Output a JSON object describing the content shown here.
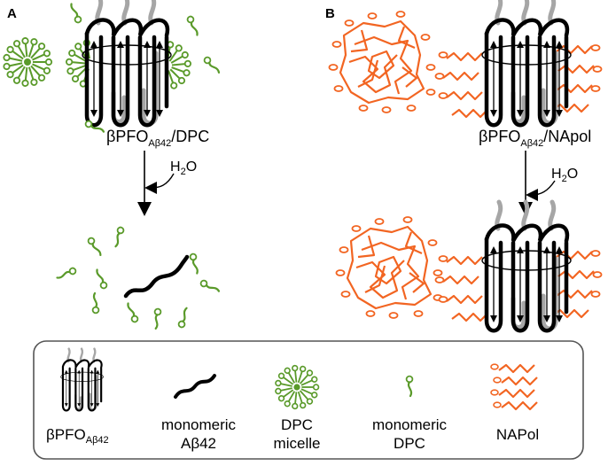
{
  "panel_a": {
    "letter": "A",
    "complex_label": {
      "prefix": "βPFO",
      "subscript": "Aβ42",
      "suffix": "/DPC"
    },
    "reagent": {
      "base": "H",
      "subscript": "2",
      "tail": "O"
    }
  },
  "panel_b": {
    "letter": "B",
    "complex_label": {
      "prefix": "βPFO",
      "subscript": "Aβ42",
      "suffix": "/NApol"
    },
    "reagent": {
      "base": "H",
      "subscript": "2",
      "tail": "O"
    }
  },
  "legend": {
    "items": [
      {
        "line1": "βPFO",
        "subscript": "Aβ42",
        "icon": "oligomer-icon"
      },
      {
        "line1": "monomeric",
        "line2": "Aβ42",
        "icon": "monomer-icon"
      },
      {
        "line1": "DPC",
        "line2": "micelle",
        "icon": "micelle-icon"
      },
      {
        "line1": "monomeric",
        "line2": "DPC",
        "icon": "dpc-monomer-icon"
      },
      {
        "line1": "NAPol",
        "icon": "napol-icon"
      }
    ]
  },
  "colors": {
    "dpc": "#5a9a2a",
    "napol": "#f26522",
    "peptide": "#000000",
    "strand_back": "#a6a6a6"
  }
}
